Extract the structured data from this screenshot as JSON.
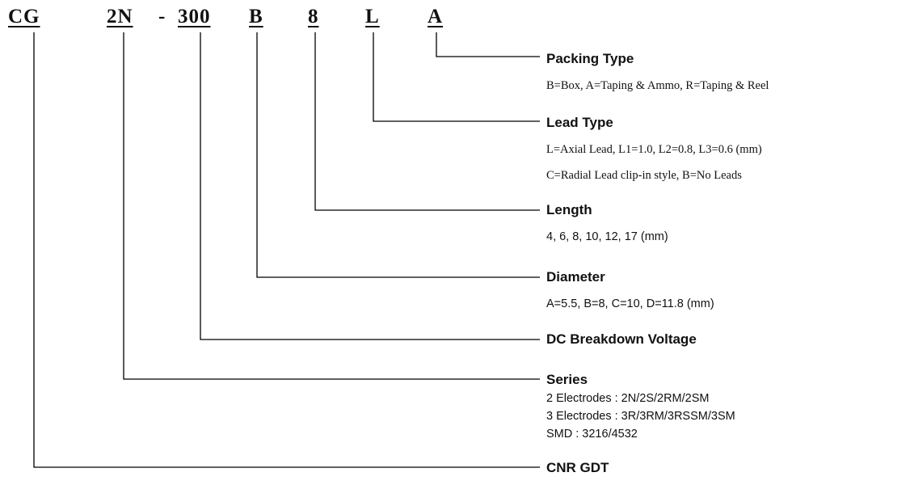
{
  "code": {
    "cg": "CG",
    "series": "2N",
    "dash": "-",
    "voltage": "300",
    "diameter": "B",
    "length": "8",
    "lead": "L",
    "packing": "A"
  },
  "packing_type": {
    "title": "Packing Type",
    "desc": "B=Box, A=Taping & Ammo, R=Taping & Reel"
  },
  "lead_type": {
    "title": "Lead Type",
    "desc1": "L=Axial Lead, L1=1.0, L2=0.8, L3=0.6 (mm)",
    "desc2": "C=Radial Lead clip-in style, B=No Leads"
  },
  "length": {
    "title": "Length",
    "desc": "4, 6, 8, 10, 12, 17 (mm)"
  },
  "diameter": {
    "title": "Diameter",
    "desc": "A=5.5, B=8, C=10, D=11.8 (mm)"
  },
  "dc_breakdown": {
    "title": "DC Breakdown Voltage"
  },
  "series": {
    "title": "Series",
    "line1": "2 Electrodes : 2N/2S/2RM/2SM",
    "line2": "3 Electrodes : 3R/3RM/3RSSM/3SM",
    "line3": "SMD : 3216/4532"
  },
  "cnr": {
    "title": "CNR GDT"
  },
  "line_color": "#000000"
}
